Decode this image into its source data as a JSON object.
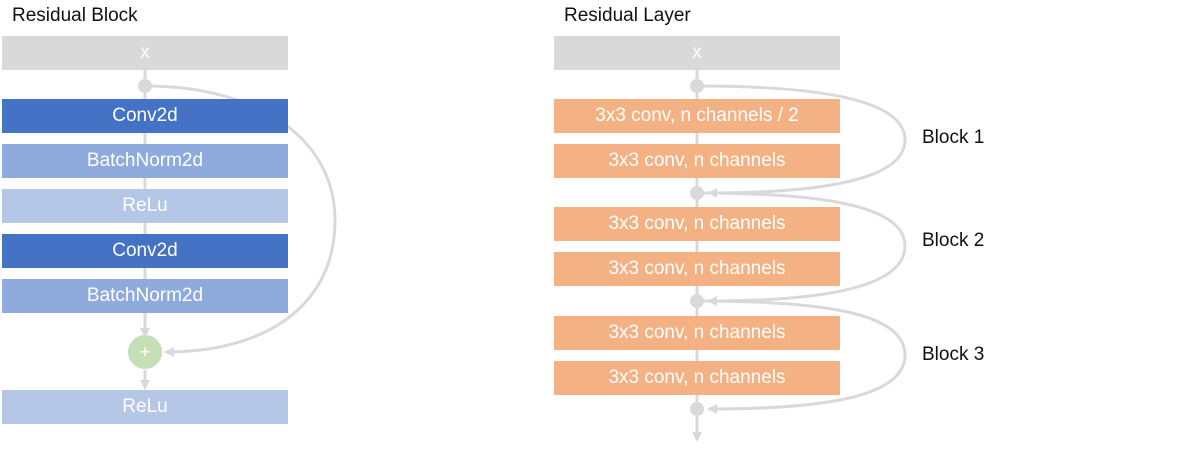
{
  "left": {
    "title": "Residual Block",
    "input": "x",
    "layers": [
      "Conv2d",
      "BatchNorm2d",
      "ReLu",
      "Conv2d",
      "BatchNorm2d"
    ],
    "add_symbol": "+",
    "output": "ReLu"
  },
  "right": {
    "title": "Residual Layer",
    "input": "x",
    "convs": [
      "3x3 conv, n channels / 2",
      "3x3 conv, n channels",
      "3x3 conv, n channels",
      "3x3 conv, n channels",
      "3x3 conv, n channels",
      "3x3 conv, n channels"
    ],
    "block_labels": [
      "Block 1",
      "Block 2",
      "Block 3"
    ]
  },
  "colors": {
    "conv": "#4472c4",
    "batchnorm": "#8faadc",
    "relu": "#b4c7e7",
    "input": "#d9d9d9",
    "add": "#c5e0b4",
    "orange_conv": "#f4b183",
    "arrow": "#d9d9d9"
  }
}
